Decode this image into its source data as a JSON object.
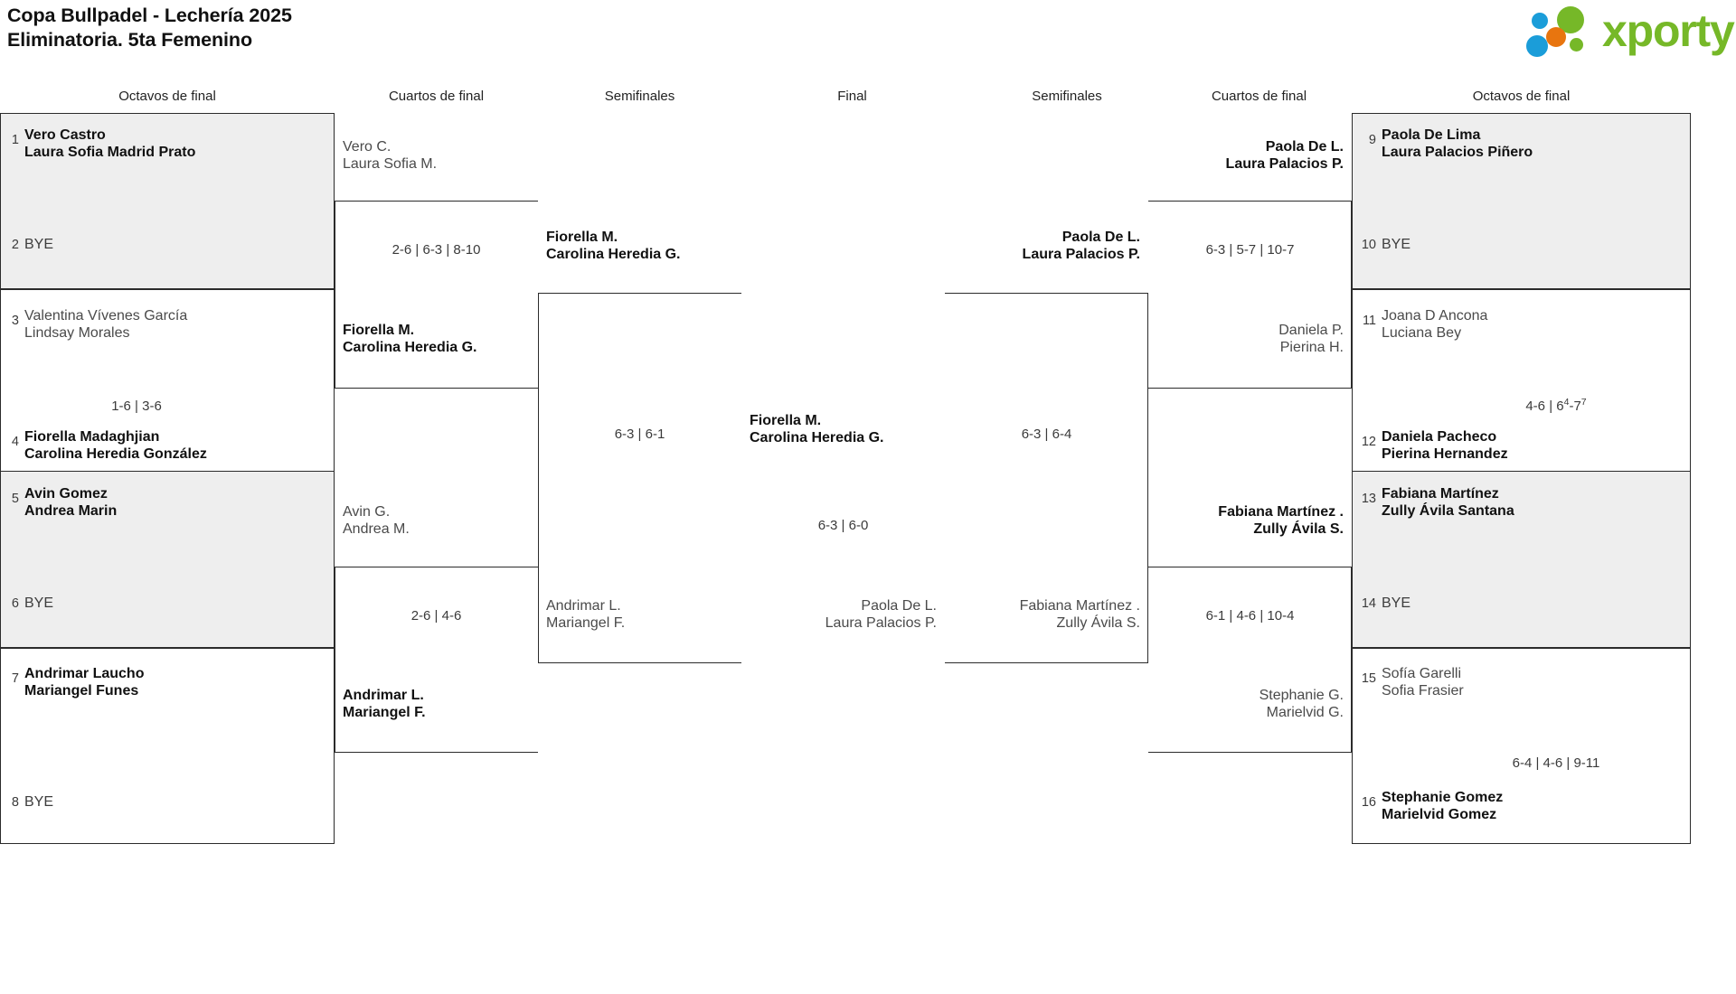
{
  "header": {
    "title_line1": "Copa Bullpadel - Lechería 2025",
    "title_line2": "Eliminatoria. 5ta Femenino",
    "logo_word": "xporty",
    "logo_colors": {
      "green": "#76b828",
      "blue": "#1b9dd9",
      "orange": "#e8750f"
    }
  },
  "round_headers": {
    "left_r16": "Octavos de final",
    "left_qf": "Cuartos de final",
    "left_sf": "Semifinales",
    "final": "Final",
    "right_sf": "Semifinales",
    "right_qf": "Cuartos de final",
    "right_r16": "Octavos de final"
  },
  "labels": {
    "bye": "BYE"
  },
  "bracket": {
    "left_r16": [
      {
        "seed_top": "1",
        "top_team": [
          "Vero Castro",
          "Laura Sofia Madrid Prato"
        ],
        "top_result": "win",
        "seed_bottom": "2",
        "bottom_team": [
          "BYE"
        ],
        "bottom_result": "bye",
        "score": "",
        "shaded": true
      },
      {
        "seed_top": "3",
        "top_team": [
          "Valentina Vívenes García",
          "Lindsay Morales"
        ],
        "top_result": "lose",
        "seed_bottom": "4",
        "bottom_team": [
          "Fiorella Madaghjian",
          "Carolina Heredia González"
        ],
        "bottom_result": "win",
        "score": "1-6 | 3-6",
        "shaded": false
      },
      {
        "seed_top": "5",
        "top_team": [
          "Avin Gomez",
          "Andrea Marin"
        ],
        "top_result": "win",
        "seed_bottom": "6",
        "bottom_team": [
          "BYE"
        ],
        "bottom_result": "bye",
        "score": "",
        "shaded": true
      },
      {
        "seed_top": "7",
        "top_team": [
          "Andrimar Laucho",
          "Mariangel Funes"
        ],
        "top_result": "win",
        "seed_bottom": "8",
        "bottom_team": [
          "BYE"
        ],
        "bottom_result": "bye",
        "score": "",
        "shaded": false
      }
    ],
    "right_r16": [
      {
        "seed_top": "9",
        "top_team": [
          "Paola De Lima",
          "Laura Palacios Piñero"
        ],
        "top_result": "win",
        "seed_bottom": "10",
        "bottom_team": [
          "BYE"
        ],
        "bottom_result": "bye",
        "score": "",
        "shaded": true
      },
      {
        "seed_top": "11",
        "top_team": [
          "Joana D Ancona",
          "Luciana Bey"
        ],
        "top_result": "lose",
        "seed_bottom": "12",
        "bottom_team": [
          "Daniela Pacheco",
          "Pierina Hernandez"
        ],
        "bottom_result": "win",
        "score": "4-6 | 6<sup>4</sup>-7<sup>7</sup>",
        "shaded": false
      },
      {
        "seed_top": "13",
        "top_team": [
          "Fabiana Martínez",
          "Zully Ávila Santana"
        ],
        "top_result": "win",
        "seed_bottom": "14",
        "bottom_team": [
          "BYE"
        ],
        "bottom_result": "bye",
        "score": "",
        "shaded": true
      },
      {
        "seed_top": "15",
        "top_team": [
          "Sofía Garelli",
          "Sofia Frasier"
        ],
        "top_result": "lose",
        "seed_bottom": "16",
        "bottom_team": [
          "Stephanie Gomez",
          "Marielvid Gomez"
        ],
        "bottom_result": "win",
        "score": "6-4 | 4-6 | 9-11",
        "shaded": false
      }
    ],
    "left_qf": [
      {
        "top_team": [
          "Vero C.",
          "Laura Sofia M."
        ],
        "top_result": "lose",
        "bottom_team": [
          "Fiorella M.",
          "Carolina Heredia G."
        ],
        "bottom_result": "win",
        "score": "2-6 | 6-3 | 8-10"
      },
      {
        "top_team": [
          "Avin G.",
          "Andrea M."
        ],
        "top_result": "lose",
        "bottom_team": [
          "Andrimar L.",
          "Mariangel F."
        ],
        "bottom_result": "win",
        "score": "2-6 | 4-6"
      }
    ],
    "right_qf": [
      {
        "top_team": [
          "Paola De L.",
          "Laura Palacios P."
        ],
        "top_result": "win",
        "bottom_team": [
          "Daniela P.",
          "Pierina H."
        ],
        "bottom_result": "lose",
        "score": "6-3 | 5-7 | 10-7"
      },
      {
        "top_team": [
          "Fabiana Martínez .",
          "Zully Ávila S."
        ],
        "top_result": "win",
        "bottom_team": [
          "Stephanie G.",
          "Marielvid G."
        ],
        "bottom_result": "lose",
        "score": "6-1 | 4-6 | 10-4"
      }
    ],
    "left_sf": [
      {
        "top_team": [
          "Fiorella M.",
          "Carolina Heredia G."
        ],
        "top_result": "win",
        "bottom_team": [
          "Andrimar L.",
          "Mariangel F."
        ],
        "bottom_result": "lose",
        "score": "6-3 | 6-1"
      }
    ],
    "right_sf": [
      {
        "top_team": [
          "Paola De L.",
          "Laura Palacios P."
        ],
        "top_result": "win",
        "bottom_team": [
          "Fabiana Martínez .",
          "Zully Ávila S."
        ],
        "bottom_result": "lose",
        "score": "6-3 | 6-4"
      }
    ],
    "final": {
      "top_team": [
        "Fiorella M.",
        "Carolina Heredia G."
      ],
      "top_result": "win",
      "bottom_team": [
        "Paola De L.",
        "Laura Palacios P."
      ],
      "bottom_result": "lose",
      "score": "6-3 | 6-0"
    }
  }
}
